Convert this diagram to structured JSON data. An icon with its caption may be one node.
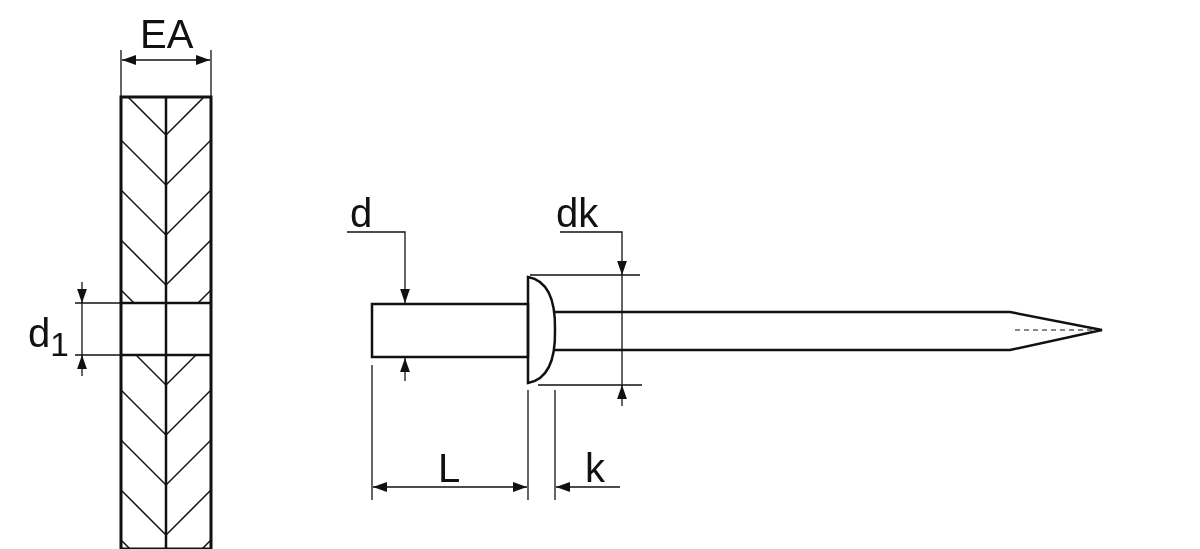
{
  "diagram": {
    "labels": [
      "EA",
      "d",
      "dk",
      "d$_{1}$",
      "L",
      "k"
    ]
  }
}
